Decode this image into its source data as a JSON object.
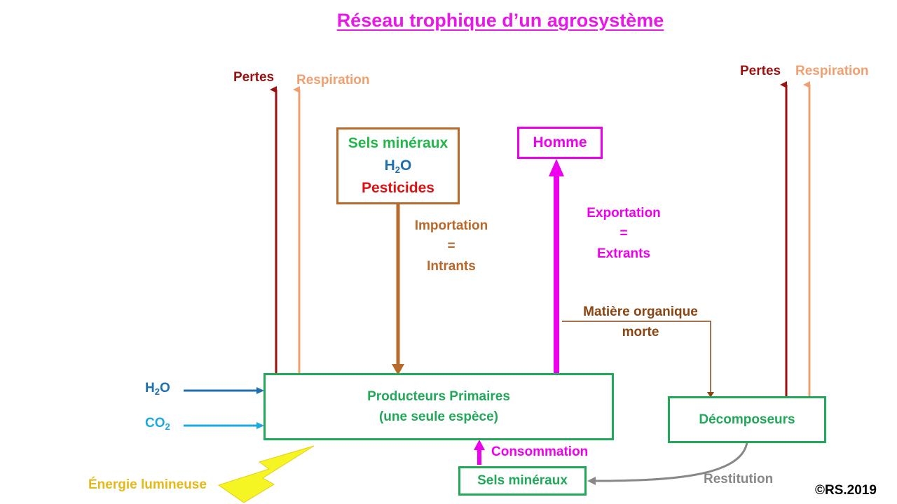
{
  "title": "Réseau trophique d’un agrosystème",
  "left_outputs": {
    "pertes": "Pertes",
    "respiration": "Respiration"
  },
  "right_outputs": {
    "pertes": "Pertes",
    "respiration": "Respiration"
  },
  "intrants_box": {
    "sels": "Sels minéraux",
    "h2o_base": "H",
    "h2o_sub": "2",
    "h2o_tail": "O",
    "pesticides": "Pesticides"
  },
  "importation": {
    "line1": "Importation",
    "line2": "=",
    "line3": "Intrants"
  },
  "homme_box": {
    "label": "Homme"
  },
  "exportation": {
    "line1": "Exportation",
    "line2": "=",
    "line3": "Extrants"
  },
  "matiere": {
    "line1": "Matière organique",
    "line2": "morte"
  },
  "inputs": {
    "h2o_base": "H",
    "h2o_sub": "2",
    "h2o_tail": "O",
    "co2_base": "CO",
    "co2_sub": "2"
  },
  "producteurs_box": {
    "line1": "Producteurs Primaires",
    "line2": "(une seule espèce)"
  },
  "decomposeurs_box": {
    "label": "Décomposeurs"
  },
  "sels_bottom_box": {
    "label": "Sels minéraux"
  },
  "consommation": "Consommation",
  "restitution": "Restitution",
  "energie": "Énergie lumineuse",
  "copyright": "©RS.2019",
  "colors": {
    "title": "#e619e6",
    "pertes": "#9b1111",
    "respiration": "#f0a070",
    "brown": "#b8692a",
    "dark_brown": "#8a4513",
    "magenta": "#ee00ee",
    "green_text": "#21b84a",
    "green_box": "#21a858",
    "blue_h2o": "#1e6fb0",
    "cyan_co2": "#1ea8e0",
    "red": "#dd1111",
    "grey": "#888888",
    "yellow": "#f5de23",
    "energy_text": "#e6b818"
  }
}
